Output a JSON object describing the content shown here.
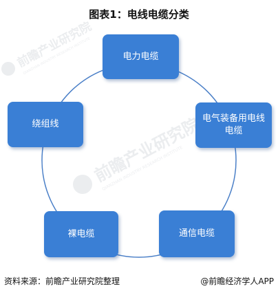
{
  "title": "图表1：电线电缆分类",
  "nodes": {
    "top": "电力电缆",
    "right": "电气装备用电线电缆",
    "bottom_right": "通信电缆",
    "bottom_left": "裸电缆",
    "left": "绕组线"
  },
  "footer": {
    "source": "资料来源：前瞻产业研究院整理",
    "brand": "@前瞻经济学人APP"
  },
  "colors": {
    "node_fill": "#3a7fd5",
    "ring": "#4a7fc7",
    "watermark": "#c8ccd2"
  },
  "watermark": {
    "main": "前瞻产业研究院",
    "sub": "QIANZHAN INDUSTRY RESEARCH INSTITUTE"
  }
}
